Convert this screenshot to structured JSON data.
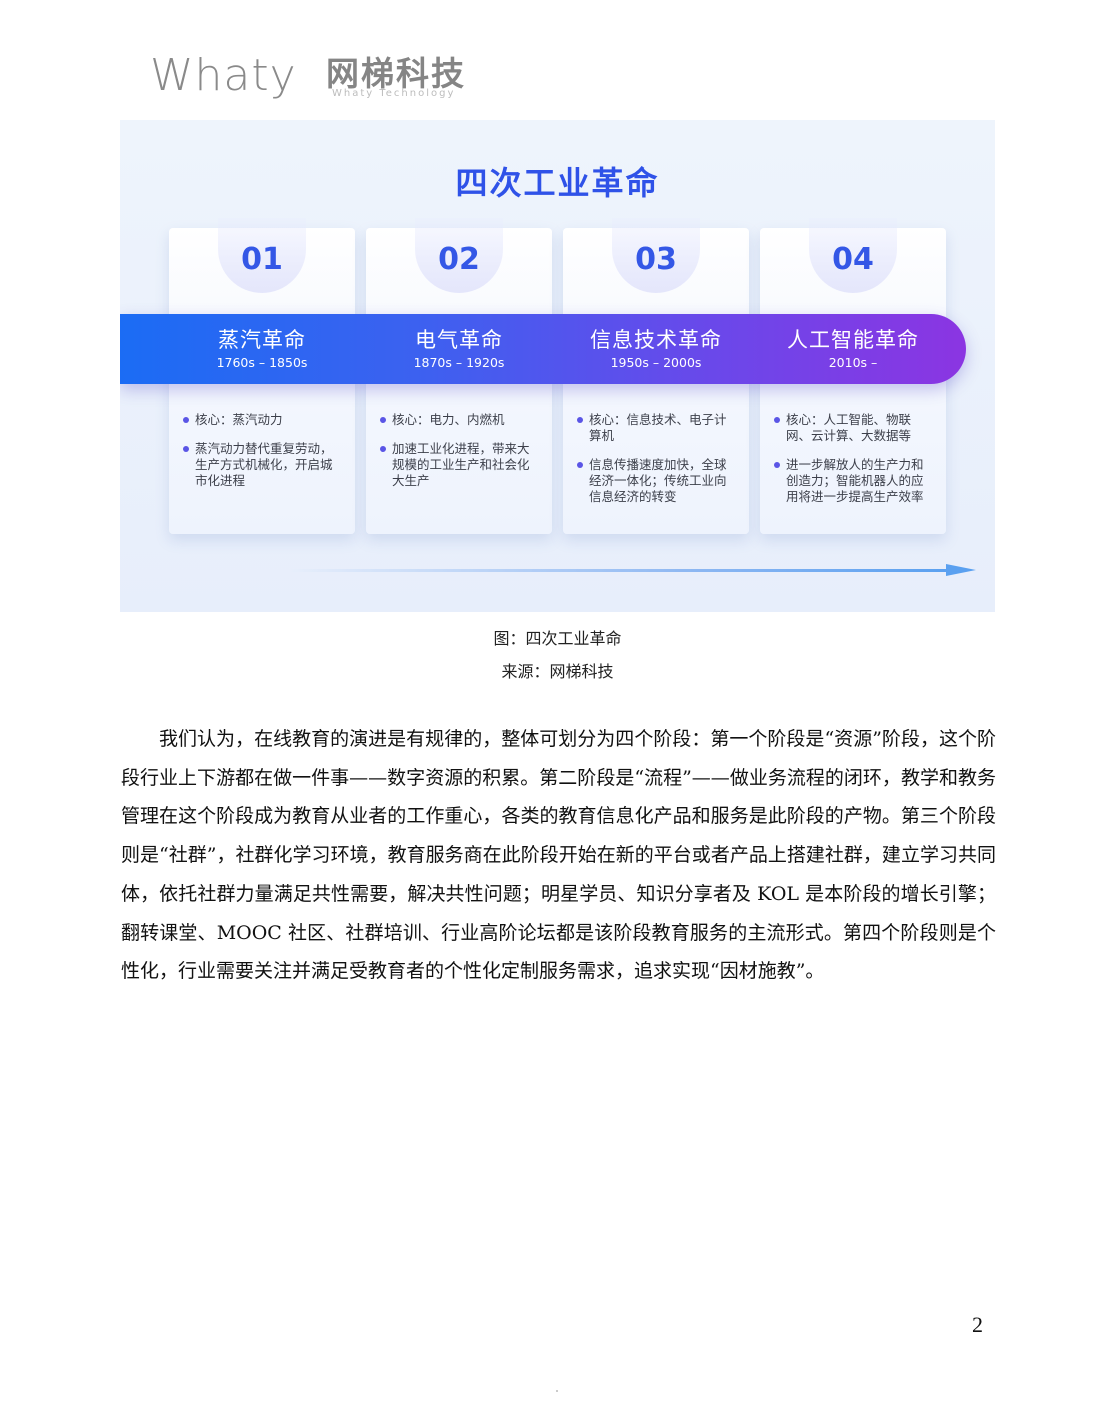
{
  "header": {
    "logo_latin": "Whaty",
    "logo_cn": "网梯科技",
    "logo_sub": "Whaty Technology"
  },
  "infographic": {
    "title": "四次工业革命",
    "revolutions": [
      {
        "number": "01",
        "name": "蒸汽革命",
        "years": "1760s – 1850s",
        "bullets": [
          "核心：蒸汽动力",
          "蒸汽动力替代重复劳动，生产方式机械化，开启城市化进程"
        ]
      },
      {
        "number": "02",
        "name": "电气革命",
        "years": "1870s – 1920s",
        "bullets": [
          "核心：电力、内燃机",
          "加速工业化进程，带来大规模的工业生产和社会化大生产"
        ]
      },
      {
        "number": "03",
        "name": "信息技术革命",
        "years": "1950s – 2000s",
        "bullets": [
          "核心：信息技术、电子计算机",
          "信息传播速度加快，全球经济一体化；传统工业向信息经济的转变"
        ]
      },
      {
        "number": "04",
        "name": "人工智能革命",
        "years": "2010s –",
        "bullets": [
          "核心：人工智能、物联网、云计算、大数据等",
          "进一步解放人的生产力和创造力；智能机器人的应用将进一步提高生产效率"
        ]
      }
    ]
  },
  "caption": {
    "figure": "图：四次工业革命",
    "source": "来源：网梯科技"
  },
  "body": {
    "paragraph": "我们认为，在线教育的演进是有规律的，整体可划分为四个阶段：第一个阶段是“资源”阶段，这个阶段行业上下游都在做一件事——数字资源的积累。第二阶段是“流程”——做业务流程的闭环，教学和教务管理在这个阶段成为教育从业者的工作重心，各类的教育信息化产品和服务是此阶段的产物。第三个阶段则是“社群”，社群化学习环境，教育服务商在此阶段开始在新的平台或者产品上搭建社群，建立学习共同体，依托社群力量满足共性需要，解决共性问题；明星学员、知识分享者及 KOL 是本阶段的增长引擎；翻转课堂、MOOC 社区、社群培训、行业高阶论坛都是该阶段教育服务的主流形式。第四个阶段则是个性化，行业需要关注并满足受教育者的个性化定制服务需求，追求实现“因材施教”。"
  },
  "footer": {
    "page_number": "2"
  }
}
